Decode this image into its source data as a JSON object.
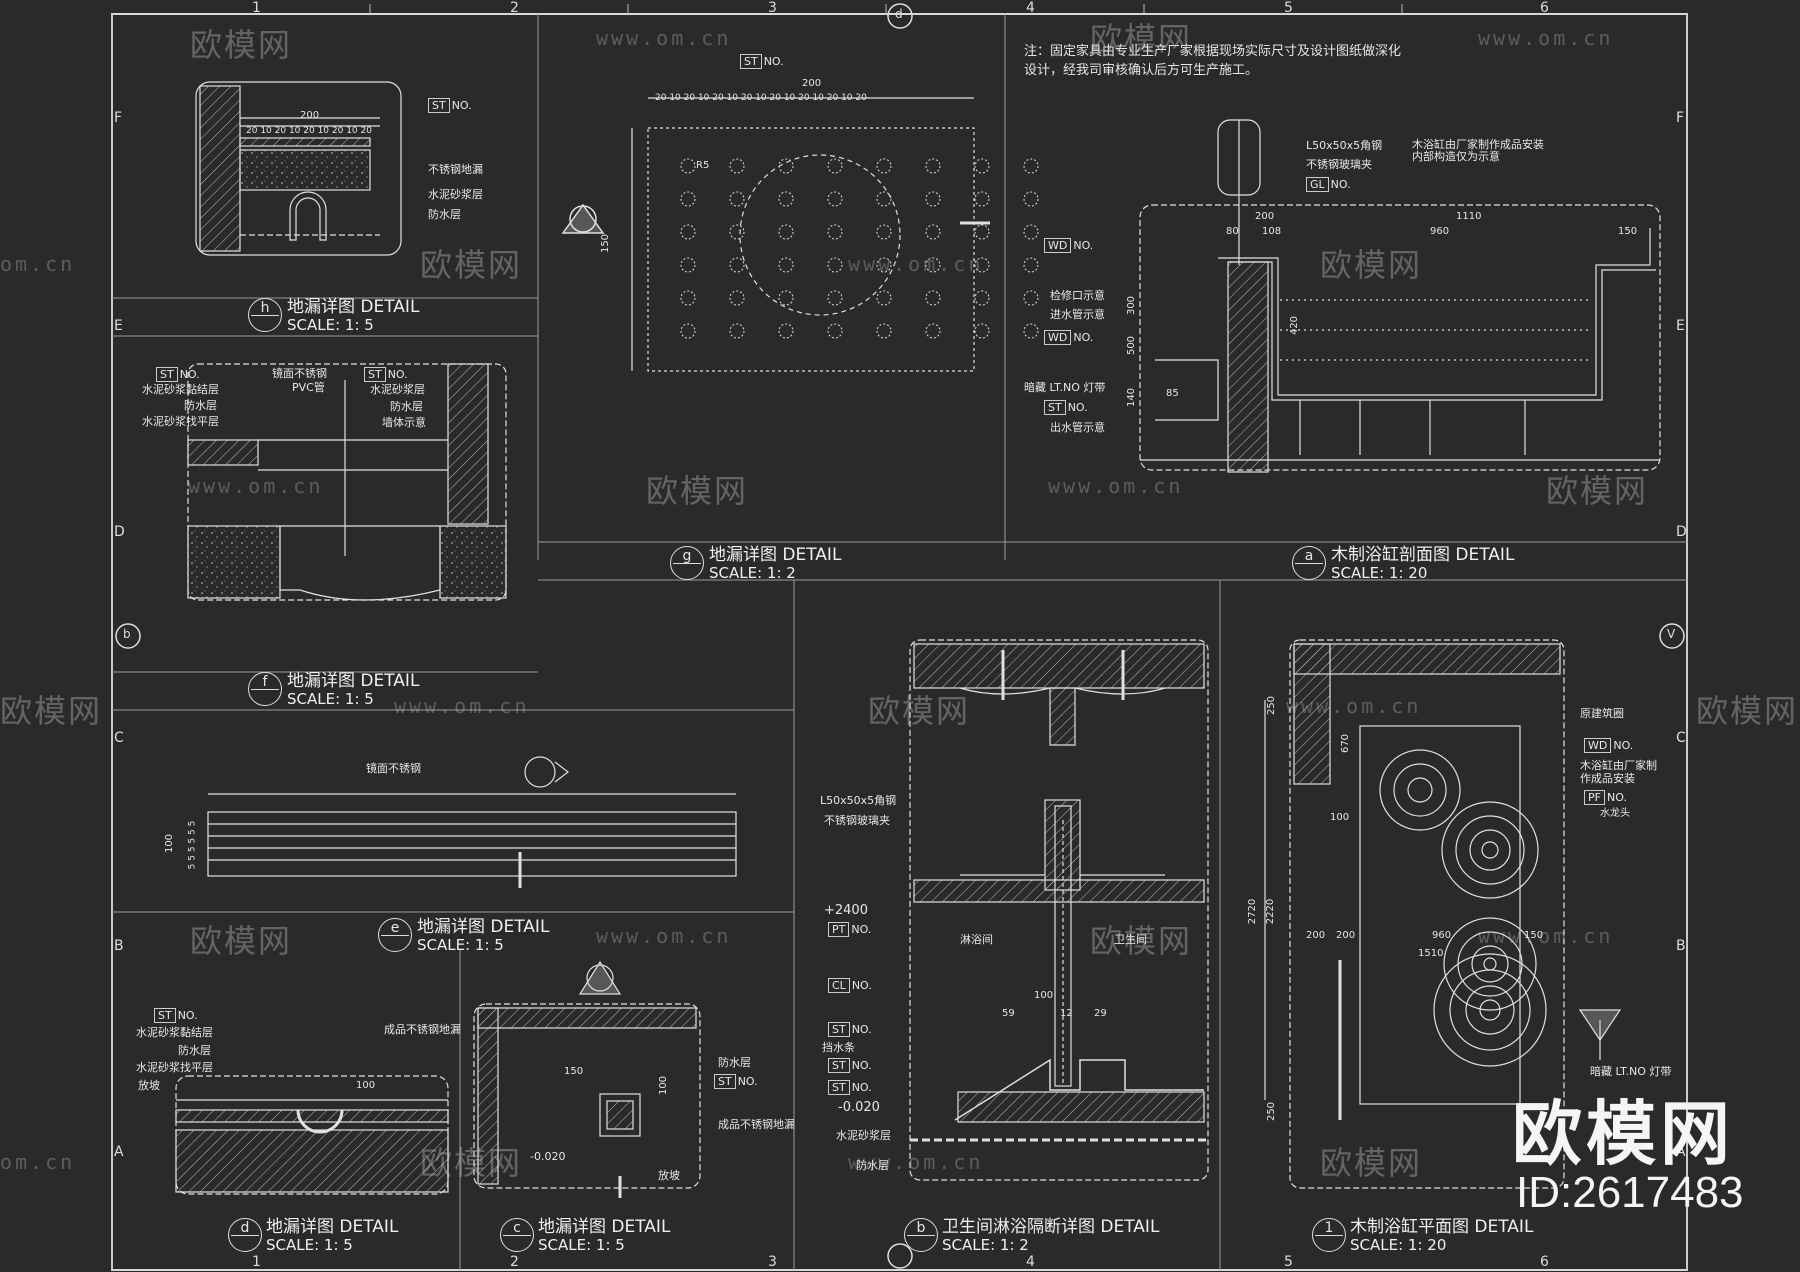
{
  "sheet": {
    "grid_cols": [
      "1",
      "2",
      "3",
      "4",
      "5",
      "6"
    ],
    "grid_rows": [
      "F",
      "E",
      "D",
      "C",
      "B",
      "A"
    ],
    "sheet_markers": [
      "d",
      "b",
      "V"
    ]
  },
  "note": "注：固定家具由专业生产厂家根据现场实际尺寸及设计图纸做深化设计，经我司审核确认后方可生产施工。",
  "details": {
    "h": {
      "letter": "h",
      "title": "地漏详图  DETAIL",
      "scale": "SCALE: 1: 5"
    },
    "g": {
      "letter": "g",
      "title": "地漏详图  DETAIL",
      "scale": "SCALE: 1: 2"
    },
    "a": {
      "letter": "a",
      "title": "木制浴缸剖面图  DETAIL",
      "scale": "SCALE: 1: 20"
    },
    "f": {
      "letter": "f",
      "title": "地漏详图  DETAIL",
      "scale": "SCALE: 1: 5"
    },
    "e": {
      "letter": "e",
      "title": "地漏详图  DETAIL",
      "scale": "SCALE: 1: 5"
    },
    "d": {
      "letter": "d",
      "title": "地漏详图  DETAIL",
      "scale": "SCALE: 1: 5"
    },
    "c": {
      "letter": "c",
      "title": "地漏详图  DETAIL",
      "scale": "SCALE: 1: 5"
    },
    "b": {
      "letter": "b",
      "title": "卫生间淋浴隔断详图  DETAIL",
      "scale": "SCALE: 1: 2"
    },
    "one": {
      "letter": "1",
      "title": "木制浴缸平面图  DETAIL",
      "scale": "SCALE: 1: 20"
    }
  },
  "labels": {
    "h_steel": "不锈钢地漏",
    "h_mortar": "水泥砂浆层",
    "h_water": "防水层",
    "h_200": "200",
    "h_dims": "20 10 20 10 20 10 20 10 20",
    "g_200": "200",
    "g_150": "150",
    "g_r5": "R5",
    "g_top_dims": "20 10 20 10 20 10 20 10 20 10 20 10 20 10 20",
    "f_mirror": "镜面不锈钢",
    "f_pvc": "PVC管",
    "f_bond": "水泥砂浆黏结层",
    "f_water": "防水层",
    "f_level": "水泥砂浆找平层",
    "f_mortar": "水泥砂浆层",
    "f_water2": "防水层",
    "f_wall": "墙体示意",
    "e_mirror": "镜面不锈钢",
    "e_100": "100",
    "e_dims": "5 5 5 5 5 5",
    "d_bond": "水泥砂浆黏结层",
    "d_water": "防水层",
    "d_level": "水泥砂浆找平层",
    "d_slope": "放坡",
    "d_drain": "成品不锈钢地漏",
    "d_100": "100",
    "c_water": "防水层",
    "c_drain": "成品不锈钢地漏",
    "c_slope": "放坡",
    "c_150": "150",
    "c_100": "100",
    "c_level": "-0.020",
    "a_angle": "L50x50x5角钢",
    "a_glass": "不锈钢玻璃夹",
    "a_tub_note": "木浴缸由厂家制作成品安装",
    "a_tub_note2": "内部构造仅为示意",
    "a_access": "检修口示意",
    "a_inlet": "进水管示意",
    "a_led": "暗藏 LT.NO 灯带",
    "a_outlet": "出水管示意",
    "a_1110": "1110",
    "a_960": "960",
    "a_200": "200",
    "a_80": "80",
    "a_108": "108",
    "a_150": "150",
    "a_300": "300",
    "a_500": "500",
    "a_420": "420",
    "a_140": "140",
    "a_85": "85",
    "b_angle": "L50x50x5角钢",
    "b_glass": "不锈钢玻璃夹",
    "b_2400": "+2400",
    "b_shower": "淋浴间",
    "b_bath": "卫生间",
    "b_strip": "挡水条",
    "b_0020": "-0.020",
    "b_mortar": "水泥砂浆层",
    "b_water": "防水层",
    "b_100": "100",
    "b_59": "59",
    "b_12": "12",
    "b_29": "29",
    "p_wall": "原建筑圈",
    "p_tub": "木浴缸由厂家制",
    "p_tub2": "作成品安装",
    "p_tap": "水龙头",
    "p_led": "暗藏 LT.NO 灯带",
    "p_2720": "2720",
    "p_2220": "2220",
    "p_1510": "1510",
    "p_960": "960",
    "p_200": "200",
    "p_150": "150",
    "p_250": "250",
    "p_670": "670",
    "p_100": "100"
  },
  "tags": {
    "st": "ST",
    "wd": "WD",
    "gl": "GL",
    "pt": "PT",
    "cl": "CL",
    "pf": "PF",
    "no": "NO."
  },
  "watermark": {
    "brand": "欧模网",
    "url": "www.om.cn",
    "short": "om.cn",
    "big_brand": "欧模网",
    "id": "ID:2617483"
  },
  "colors": {
    "background": "#2a2a2c",
    "line": "#e0e0e0"
  }
}
